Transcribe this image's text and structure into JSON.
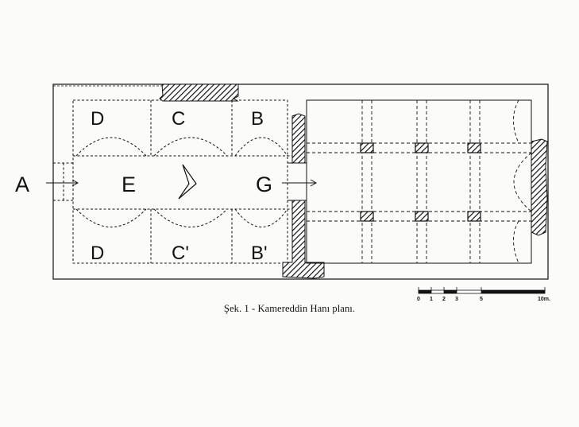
{
  "labels": {
    "entrance": "A",
    "top_rooms": [
      "D",
      "C",
      "B"
    ],
    "bottom_rooms": [
      "D",
      "C'",
      "B'"
    ],
    "corridor": "E",
    "passage": "G"
  },
  "scale": {
    "ticks": [
      "0",
      "1",
      "2",
      "3",
      "5",
      "10m."
    ]
  },
  "caption": "Şek. 1 - Kamereddin Hanı planı."
}
